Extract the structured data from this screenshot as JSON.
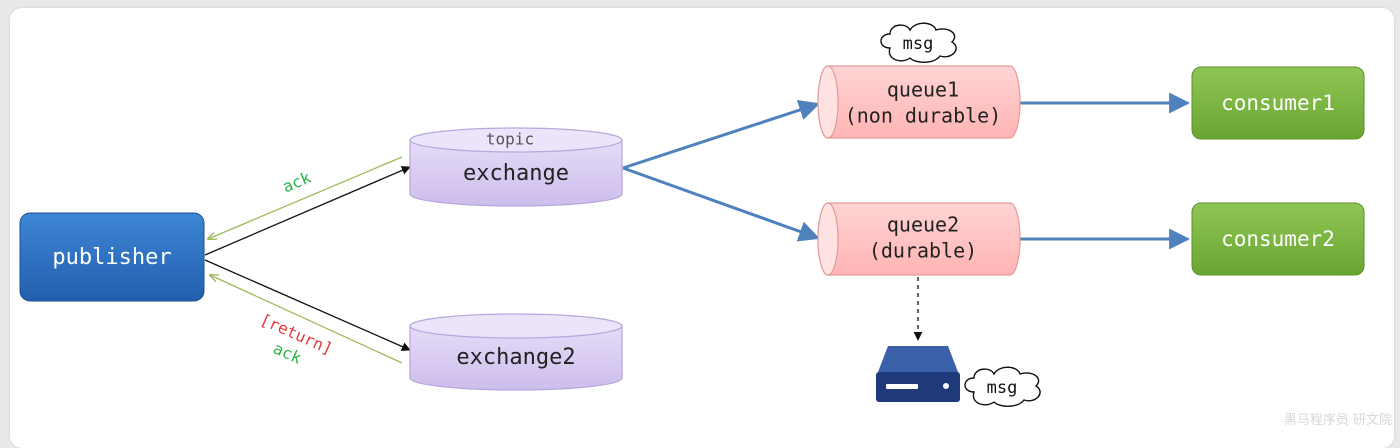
{
  "nodes": {
    "publisher": "publisher",
    "exchange_tag": "topic",
    "exchange": "exchange",
    "exchange2": "exchange2",
    "queue1_line1": "queue1",
    "queue1_line2": "(non durable)",
    "queue2_line1": "queue2",
    "queue2_line2": "(durable)",
    "consumer1": "consumer1",
    "consumer2": "consumer2",
    "msg_cloud_top": "msg",
    "msg_cloud_disk": "msg"
  },
  "edges": {
    "ack_top": "ack",
    "return_label": "[return]",
    "ack_bottom": "ack"
  },
  "watermark": "黑马程序员 研文院",
  "colors": {
    "publisher": "#2a6fc0",
    "exchange": "#d9cdf0",
    "queue": "#ffc9c9",
    "consumer": "#7cb342",
    "arrow_blue": "#4f81bd",
    "ack_green": "#2db34a",
    "return_red": "#e23b3b",
    "disk": "#1f3a78"
  }
}
